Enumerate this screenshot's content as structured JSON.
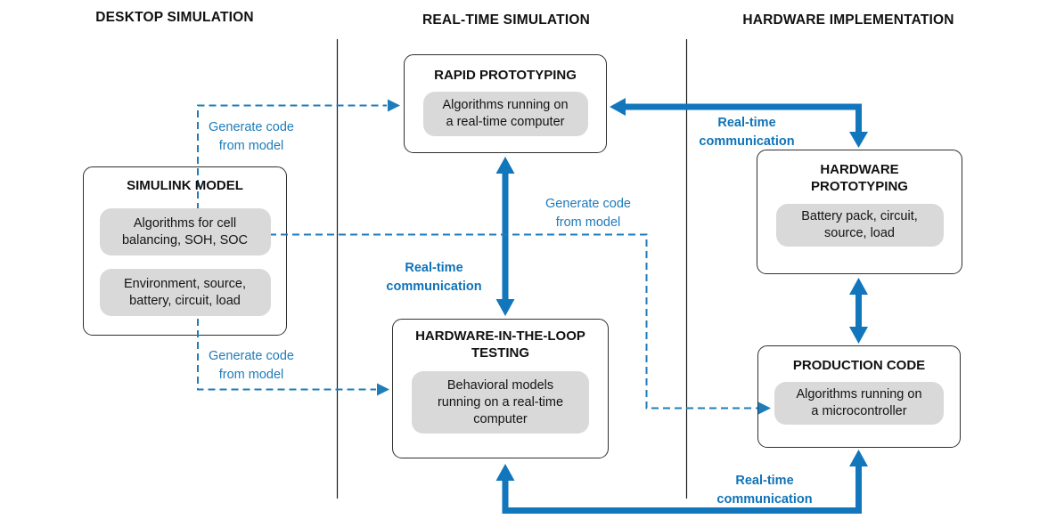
{
  "columns": [
    {
      "label": "DESKTOP SIMULATION"
    },
    {
      "label": "REAL-TIME SIMULATION"
    },
    {
      "label": "HARDWARE IMPLEMENTATION"
    }
  ],
  "nodes": {
    "simulink_model": {
      "title": "SIMULINK MODEL",
      "items": [
        "Algorithms for cell balancing, SOH, SOC",
        "Environment, source, battery, circuit, load"
      ]
    },
    "rapid_prototyping": {
      "title": "RAPID PROTOTYPING",
      "items": [
        "Algorithms running on a real-time computer"
      ]
    },
    "hil_testing": {
      "title": "HARDWARE-IN-THE-LOOP TESTING",
      "items": [
        "Behavioral models running on a real-time computer"
      ]
    },
    "hardware_prototyping": {
      "title": "HARDWARE PROTOTYPING",
      "items": [
        "Battery pack, circuit, source, load"
      ]
    },
    "production_code": {
      "title": "PRODUCTION CODE",
      "items": [
        "Algorithms running on a microcontroller"
      ]
    }
  },
  "edges": [
    {
      "name": "generate-code-top",
      "label": "Generate code from model",
      "style": "dashed"
    },
    {
      "name": "generate-code-middle",
      "label": "Generate code from model",
      "style": "dashed"
    },
    {
      "name": "generate-code-bottom",
      "label": "Generate code from model",
      "style": "dashed"
    },
    {
      "name": "realtime-comm-top",
      "label": "Real-time communication",
      "style": "solid"
    },
    {
      "name": "realtime-comm-middle",
      "label": "Real-time communication",
      "style": "solid"
    },
    {
      "name": "realtime-comm-bottom",
      "label": "Real-time communication",
      "style": "solid"
    }
  ],
  "colors": {
    "solid_arrow_blue": "#1276bd",
    "dashed_arrow_blue": "#1e7cba",
    "bold_label_blue": "#0f73b8",
    "subbox_gray": "#d9d9d9",
    "box_border": "#2f2f2f",
    "divider_black": "#1c1c1c"
  }
}
